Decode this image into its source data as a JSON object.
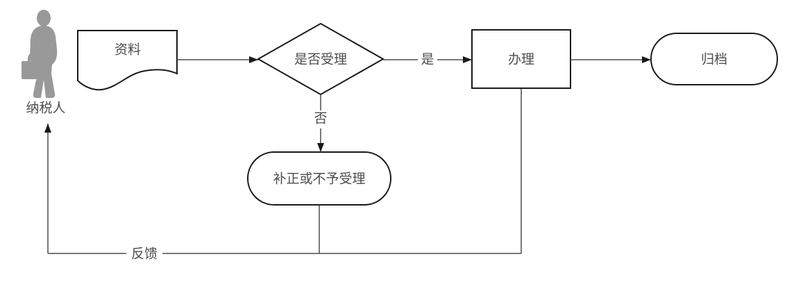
{
  "diagram": {
    "type": "flowchart",
    "colors": {
      "background": "#ffffff",
      "shape_stroke": "#1a1a1a",
      "connector": "#4d4d4d",
      "arrowhead": "#1a1a1a",
      "text": "#4d4d4d",
      "actor_fill": "#999999"
    },
    "nodes": {
      "taxpayer": {
        "type": "actor",
        "label": "纳税人"
      },
      "materials": {
        "type": "document",
        "label": "资料"
      },
      "decision": {
        "type": "decision",
        "label": "是否受理"
      },
      "process": {
        "type": "process",
        "label": "办理"
      },
      "archive": {
        "type": "terminator",
        "label": "归档"
      },
      "correction": {
        "type": "terminator",
        "label": "补正或不予受理"
      }
    },
    "edges": {
      "yes_label": "是",
      "no_label": "否",
      "feedback_label": "反馈"
    },
    "flow": [
      "taxpayer -> materials",
      "materials -> decision",
      "decision -(是)-> process",
      "process -> archive",
      "decision -(否)-> correction",
      "correction -> feedback line",
      "process -> feedback line",
      "feedback line -(反馈)-> taxpayer"
    ]
  }
}
